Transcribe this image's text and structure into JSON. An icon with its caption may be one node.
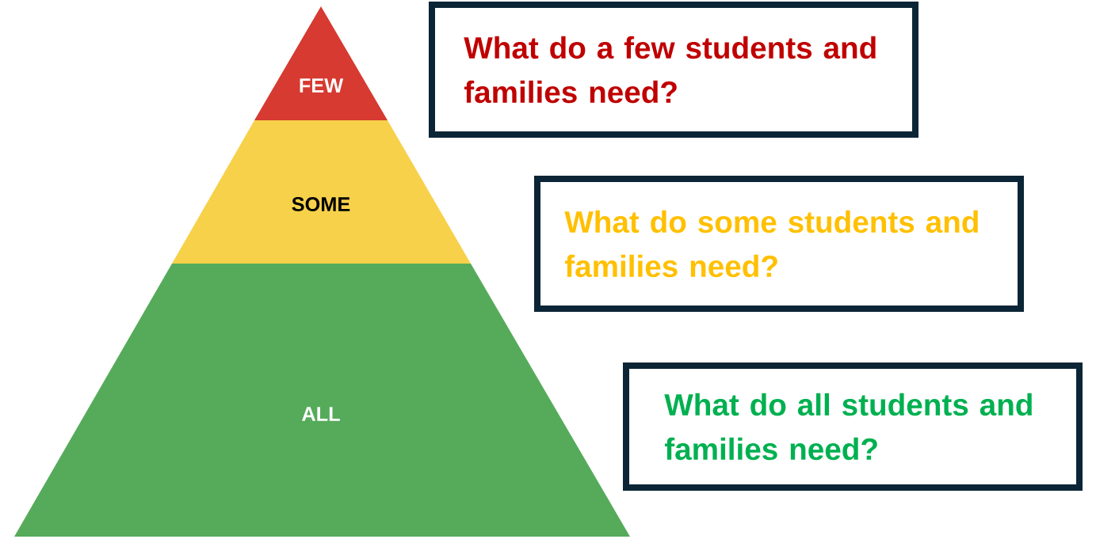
{
  "diagram": {
    "nodes": [
      {
        "text": [
          "FEW"
        ]
      },
      {
        "text": [
          "SOME"
        ]
      },
      {
        "text": [
          "ALL"
        ]
      },
      {
        "text": [
          "What do a few students and families need?"
        ]
      },
      {
        "text": [
          "What do some students and families need?"
        ]
      },
      {
        "text": [
          "What do all students and families need?"
        ]
      }
    ]
  }
}
